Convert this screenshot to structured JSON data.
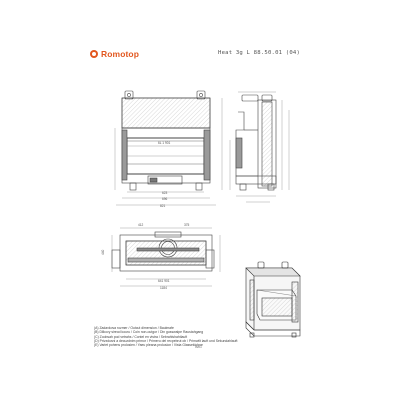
{
  "header": {
    "brand": "Romotop",
    "model": "Heat 3g L 88.50.01 (04)"
  },
  "front_view": {
    "dims": {
      "inner_width": "6L 1 901",
      "outer_width_a": "623",
      "outer_width_b": "696",
      "total_width": "821"
    }
  },
  "plan_view": {
    "dims": {
      "top_a": "412",
      "top_b": "375",
      "inner": "641 901",
      "total": "1184",
      "depth": "440"
    }
  },
  "legend": {
    "lines": [
      "(A) Zadavkova rozmer / Outcut dimension / Baulmafe",
      "(B) Dilkovy sireod kouru / Coin non-outgor / Din gusswalpe Raustahgang",
      "(C) Zoobsah pod vetrahs / Contel en vistra / Sebrahlshahtlauft",
      "(D) Privzdusni a decuzdnim primor / Primeru del recpebrut ob / Primwilt lauft und Sekundahlauft",
      "(E) Variet pohens prolosien / Yaeu pleana prolusion / Vista Glasseklohne"
    ],
    "page": "IMG"
  }
}
